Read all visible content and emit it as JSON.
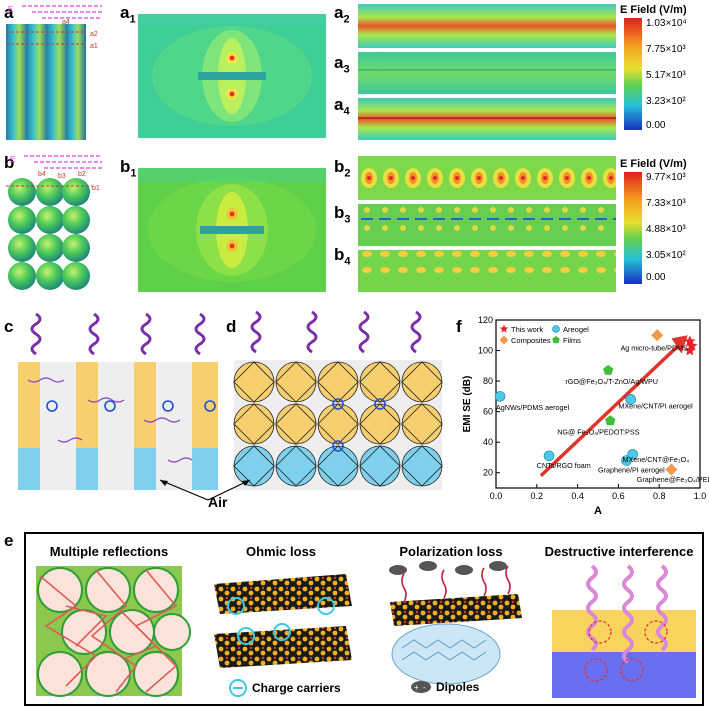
{
  "panel_labels": {
    "a": "a",
    "a1": "a",
    "a1_sub": "1",
    "a2": "a",
    "a2_sub": "2",
    "a3": "a",
    "a3_sub": "3",
    "a4": "a",
    "a4_sub": "4",
    "b": "b",
    "b1": "b",
    "b1_sub": "1",
    "b2": "b",
    "b2_sub": "2",
    "b3": "b",
    "b3_sub": "3",
    "b4": "b",
    "b4_sub": "4",
    "c": "c",
    "d": "d",
    "e": "e",
    "f": "f"
  },
  "diagram_letters": {
    "E": "E",
    "a_model": [
      "a1",
      "a2",
      "a3",
      "a4"
    ],
    "b_model": [
      "b1",
      "b2",
      "b3",
      "b4"
    ]
  },
  "colorbar_a": {
    "title": "E Field (V/m)",
    "ticks": [
      "1.03×10⁴",
      "7.75×10³",
      "5.17×10³",
      "3.23×10²",
      "0.00"
    ]
  },
  "colorbar_b": {
    "title": "E Field (V/m)",
    "ticks": [
      "9.77×10³",
      "7.33×10³",
      "4.88×10³",
      "3.05×10²",
      "0.00"
    ]
  },
  "air_label": "Air",
  "section_e": {
    "titles": [
      "Multiple reflections",
      "Ohmic loss",
      "Polarization loss",
      "Destructive interference"
    ],
    "charge_label": "Charge carriers",
    "dipole_label": "Dipoles"
  },
  "colors": {
    "yellow": "#f8cf6e",
    "blue": "#7fd0ec",
    "purple": "#7b2fa8",
    "red": "#e23a2a",
    "field_green": "#39c56a"
  },
  "chart_data": {
    "type": "scatter",
    "xlabel": "A",
    "ylabel": "EMI SE (dB)",
    "xlim": [
      0.0,
      1.0
    ],
    "ylim": [
      10,
      120
    ],
    "xticks": [
      "0.0",
      "0.2",
      "0.4",
      "0.6",
      "0.8",
      "1.0"
    ],
    "yticks": [
      "20",
      "40",
      "60",
      "80",
      "100",
      "120"
    ],
    "legend": [
      "This work",
      "Areogel",
      "Composites",
      "Films"
    ],
    "series": [
      {
        "name": "This work",
        "marker": "star",
        "color": "#e8222a",
        "points": [
          {
            "x": 0.95,
            "y": 106
          },
          {
            "x": 0.96,
            "y": 103
          },
          {
            "x": 0.95,
            "y": 100
          }
        ]
      },
      {
        "name": "Areogel",
        "marker": "circle",
        "color": "#4cc9e8",
        "points": [
          {
            "x": 0.02,
            "y": 70
          },
          {
            "x": 0.66,
            "y": 68
          },
          {
            "x": 0.26,
            "y": 31
          },
          {
            "x": 0.64,
            "y": 28
          },
          {
            "x": 0.67,
            "y": 32
          }
        ]
      },
      {
        "name": "Composites",
        "marker": "diamond",
        "color": "#f39a4a",
        "points": [
          {
            "x": 0.79,
            "y": 110
          },
          {
            "x": 0.86,
            "y": 22
          }
        ]
      },
      {
        "name": "Films",
        "marker": "pentagon",
        "color": "#3fbf3a",
        "points": [
          {
            "x": 0.55,
            "y": 87
          },
          {
            "x": 0.56,
            "y": 54
          }
        ]
      }
    ],
    "annotations": [
      {
        "text": "Ag micro-tube/PDMS",
        "x": 0.61,
        "y": 100
      },
      {
        "text": "rGO@Fe₃O₄/T-ZnO/Ag/WPU",
        "x": 0.34,
        "y": 78
      },
      {
        "text": "AgNWs/PDMS aerogel",
        "x": 0.0,
        "y": 61
      },
      {
        "text": "MXene/CNT/PI aerogel",
        "x": 0.6,
        "y": 62
      },
      {
        "text": "NG@ Fe₃O₄/PEDOT:PSS",
        "x": 0.3,
        "y": 45
      },
      {
        "text": "CNTs/RGO foam",
        "x": 0.2,
        "y": 23
      },
      {
        "text": "MXene/CNT@Fe₃O₄",
        "x": 0.62,
        "y": 27
      },
      {
        "text": "Graphene/PI aerogel",
        "x": 0.5,
        "y": 20
      },
      {
        "text": "Graphene@Fe₃O₄/PEI",
        "x": 0.69,
        "y": 14
      }
    ]
  }
}
